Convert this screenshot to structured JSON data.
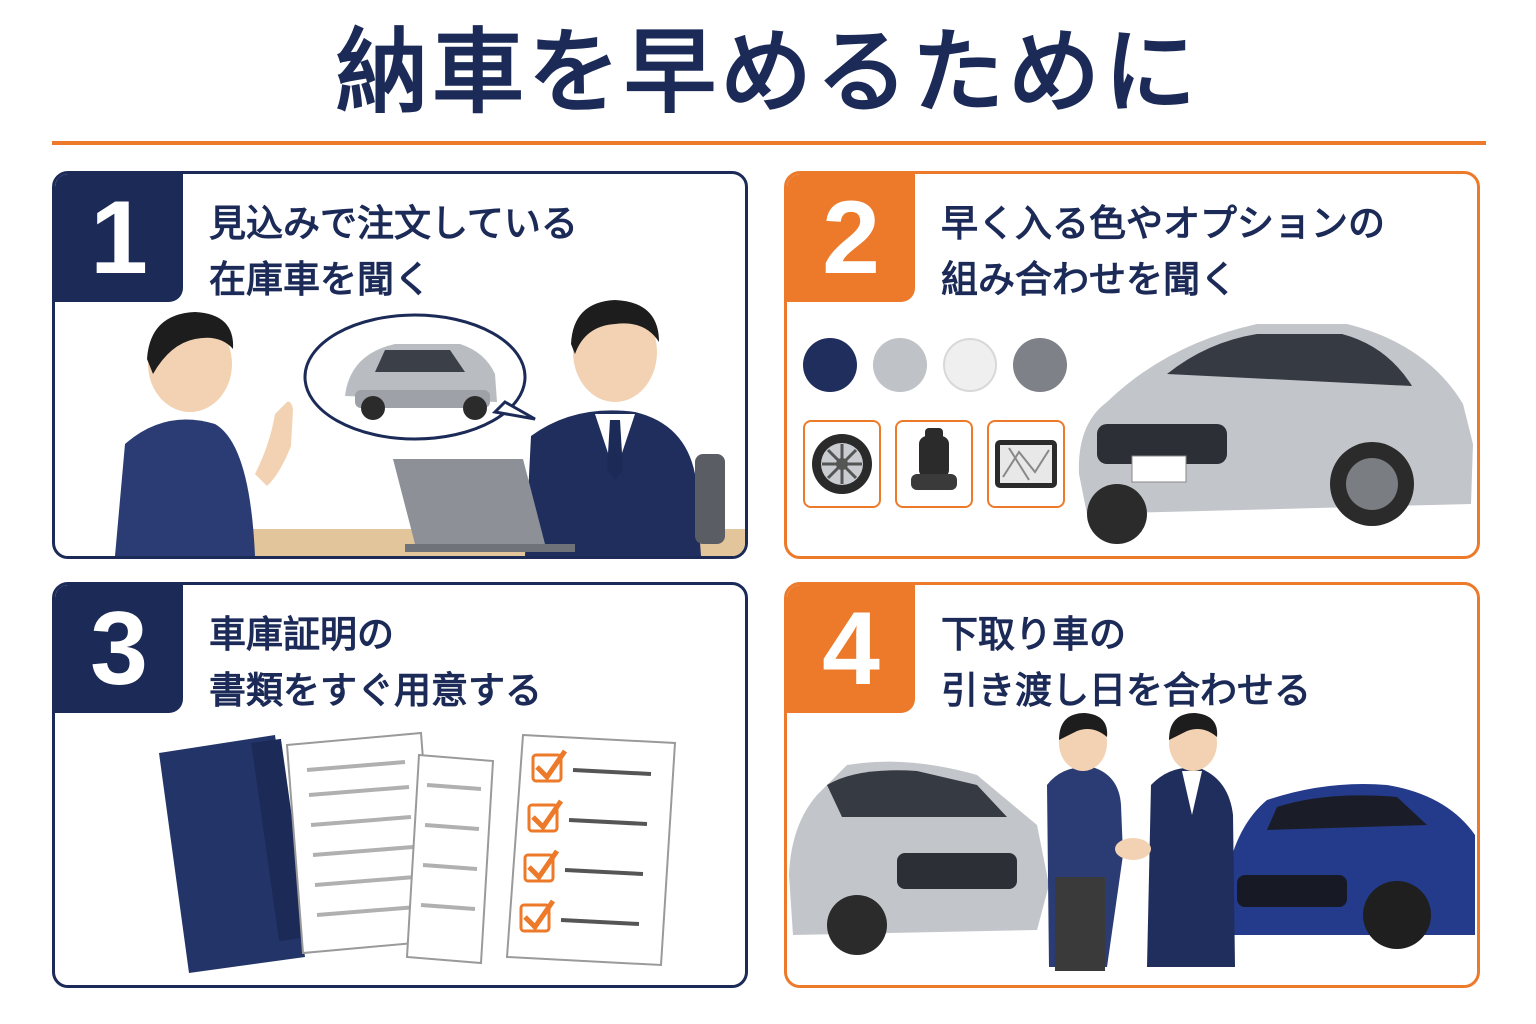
{
  "title": "納車を早めるために",
  "colors": {
    "navy": "#1b2a57",
    "orange": "#ec7a2a"
  },
  "cards": [
    {
      "number": "1",
      "line1": "見込みで注文している",
      "line2": "在庫車を聞く"
    },
    {
      "number": "2",
      "line1": "早く入る色やオプションの",
      "line2": "組み合わせを聞く",
      "swatch_colors": [
        "#1f2e5c",
        "#bfc2c6",
        "#efefef",
        "#7e8187"
      ],
      "options": [
        "wheel-icon",
        "seat-icon",
        "navigation-icon"
      ]
    },
    {
      "number": "3",
      "line1": "車庫証明の",
      "line2": "書類をすぐ用意する"
    },
    {
      "number": "4",
      "line1": "下取り車の",
      "line2": "引き渡し日を合わせる"
    }
  ]
}
